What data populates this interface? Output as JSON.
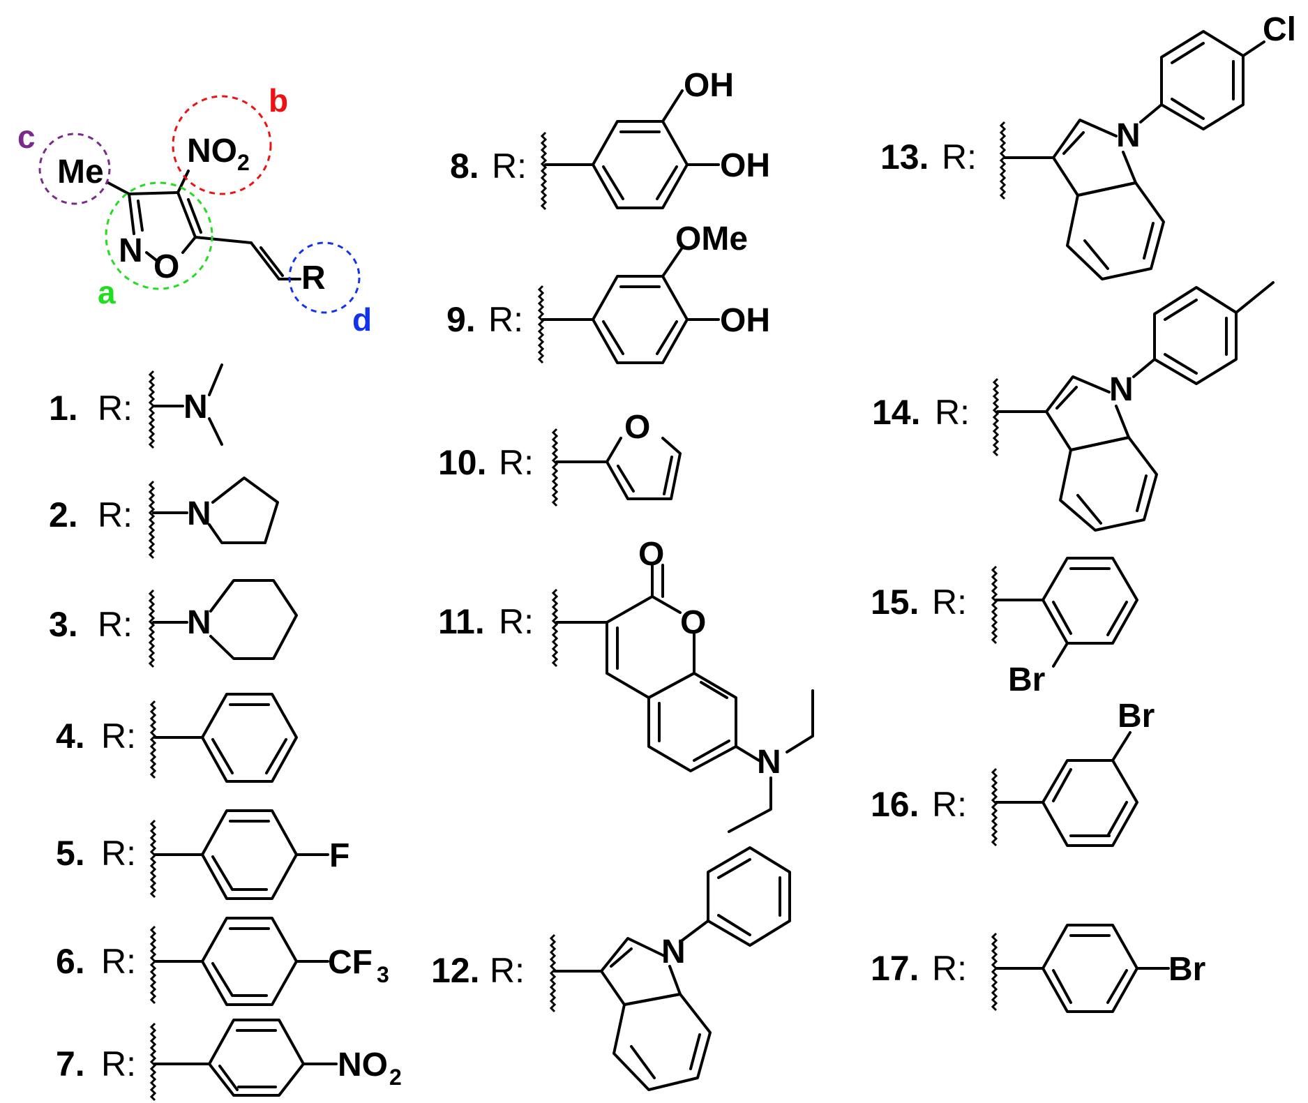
{
  "colors": {
    "a": "#22dd22",
    "b": "#ee1111",
    "c": "#7a2a8a",
    "d": "#1133ee"
  },
  "core": {
    "labels": {
      "me": "Me",
      "no2": "NO",
      "no2_sub": "2",
      "n": "N",
      "o": "O",
      "r": "R"
    },
    "regions": {
      "a": "a",
      "b": "b",
      "c": "c",
      "d": "d"
    }
  },
  "rlabel": "R:",
  "compounds": [
    {
      "num": "1."
    },
    {
      "num": "2."
    },
    {
      "num": "3."
    },
    {
      "num": "4."
    },
    {
      "num": "5."
    },
    {
      "num": "6."
    },
    {
      "num": "7."
    },
    {
      "num": "8."
    },
    {
      "num": "9."
    },
    {
      "num": "10."
    },
    {
      "num": "11."
    },
    {
      "num": "12."
    },
    {
      "num": "13."
    },
    {
      "num": "14."
    },
    {
      "num": "15."
    },
    {
      "num": "16."
    },
    {
      "num": "17."
    }
  ],
  "atoms": {
    "N": "N",
    "O": "O",
    "F": "F",
    "CF": "CF",
    "three": "3",
    "NO": "NO",
    "two": "2",
    "OH": "OH",
    "OMe": "OMe",
    "Cl": "Cl",
    "Br": "Br"
  }
}
